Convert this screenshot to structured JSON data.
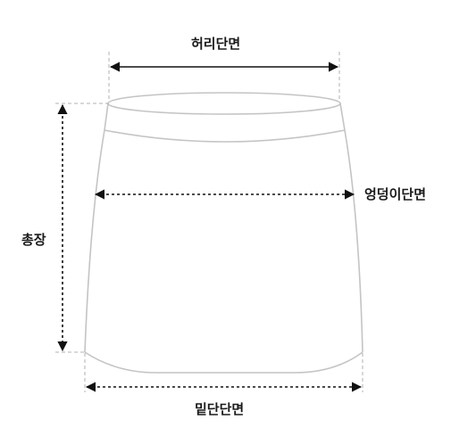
{
  "diagram": {
    "labels": {
      "waist": "허리단면",
      "hip": "엉덩이단면",
      "total_length": "총장",
      "hem": "밑단단면"
    },
    "colors": {
      "outline": "#c4c4c4",
      "guide": "#b0b0b0",
      "arrow": "#111111",
      "text": "#1a1a1a",
      "background": "#ffffff"
    }
  }
}
